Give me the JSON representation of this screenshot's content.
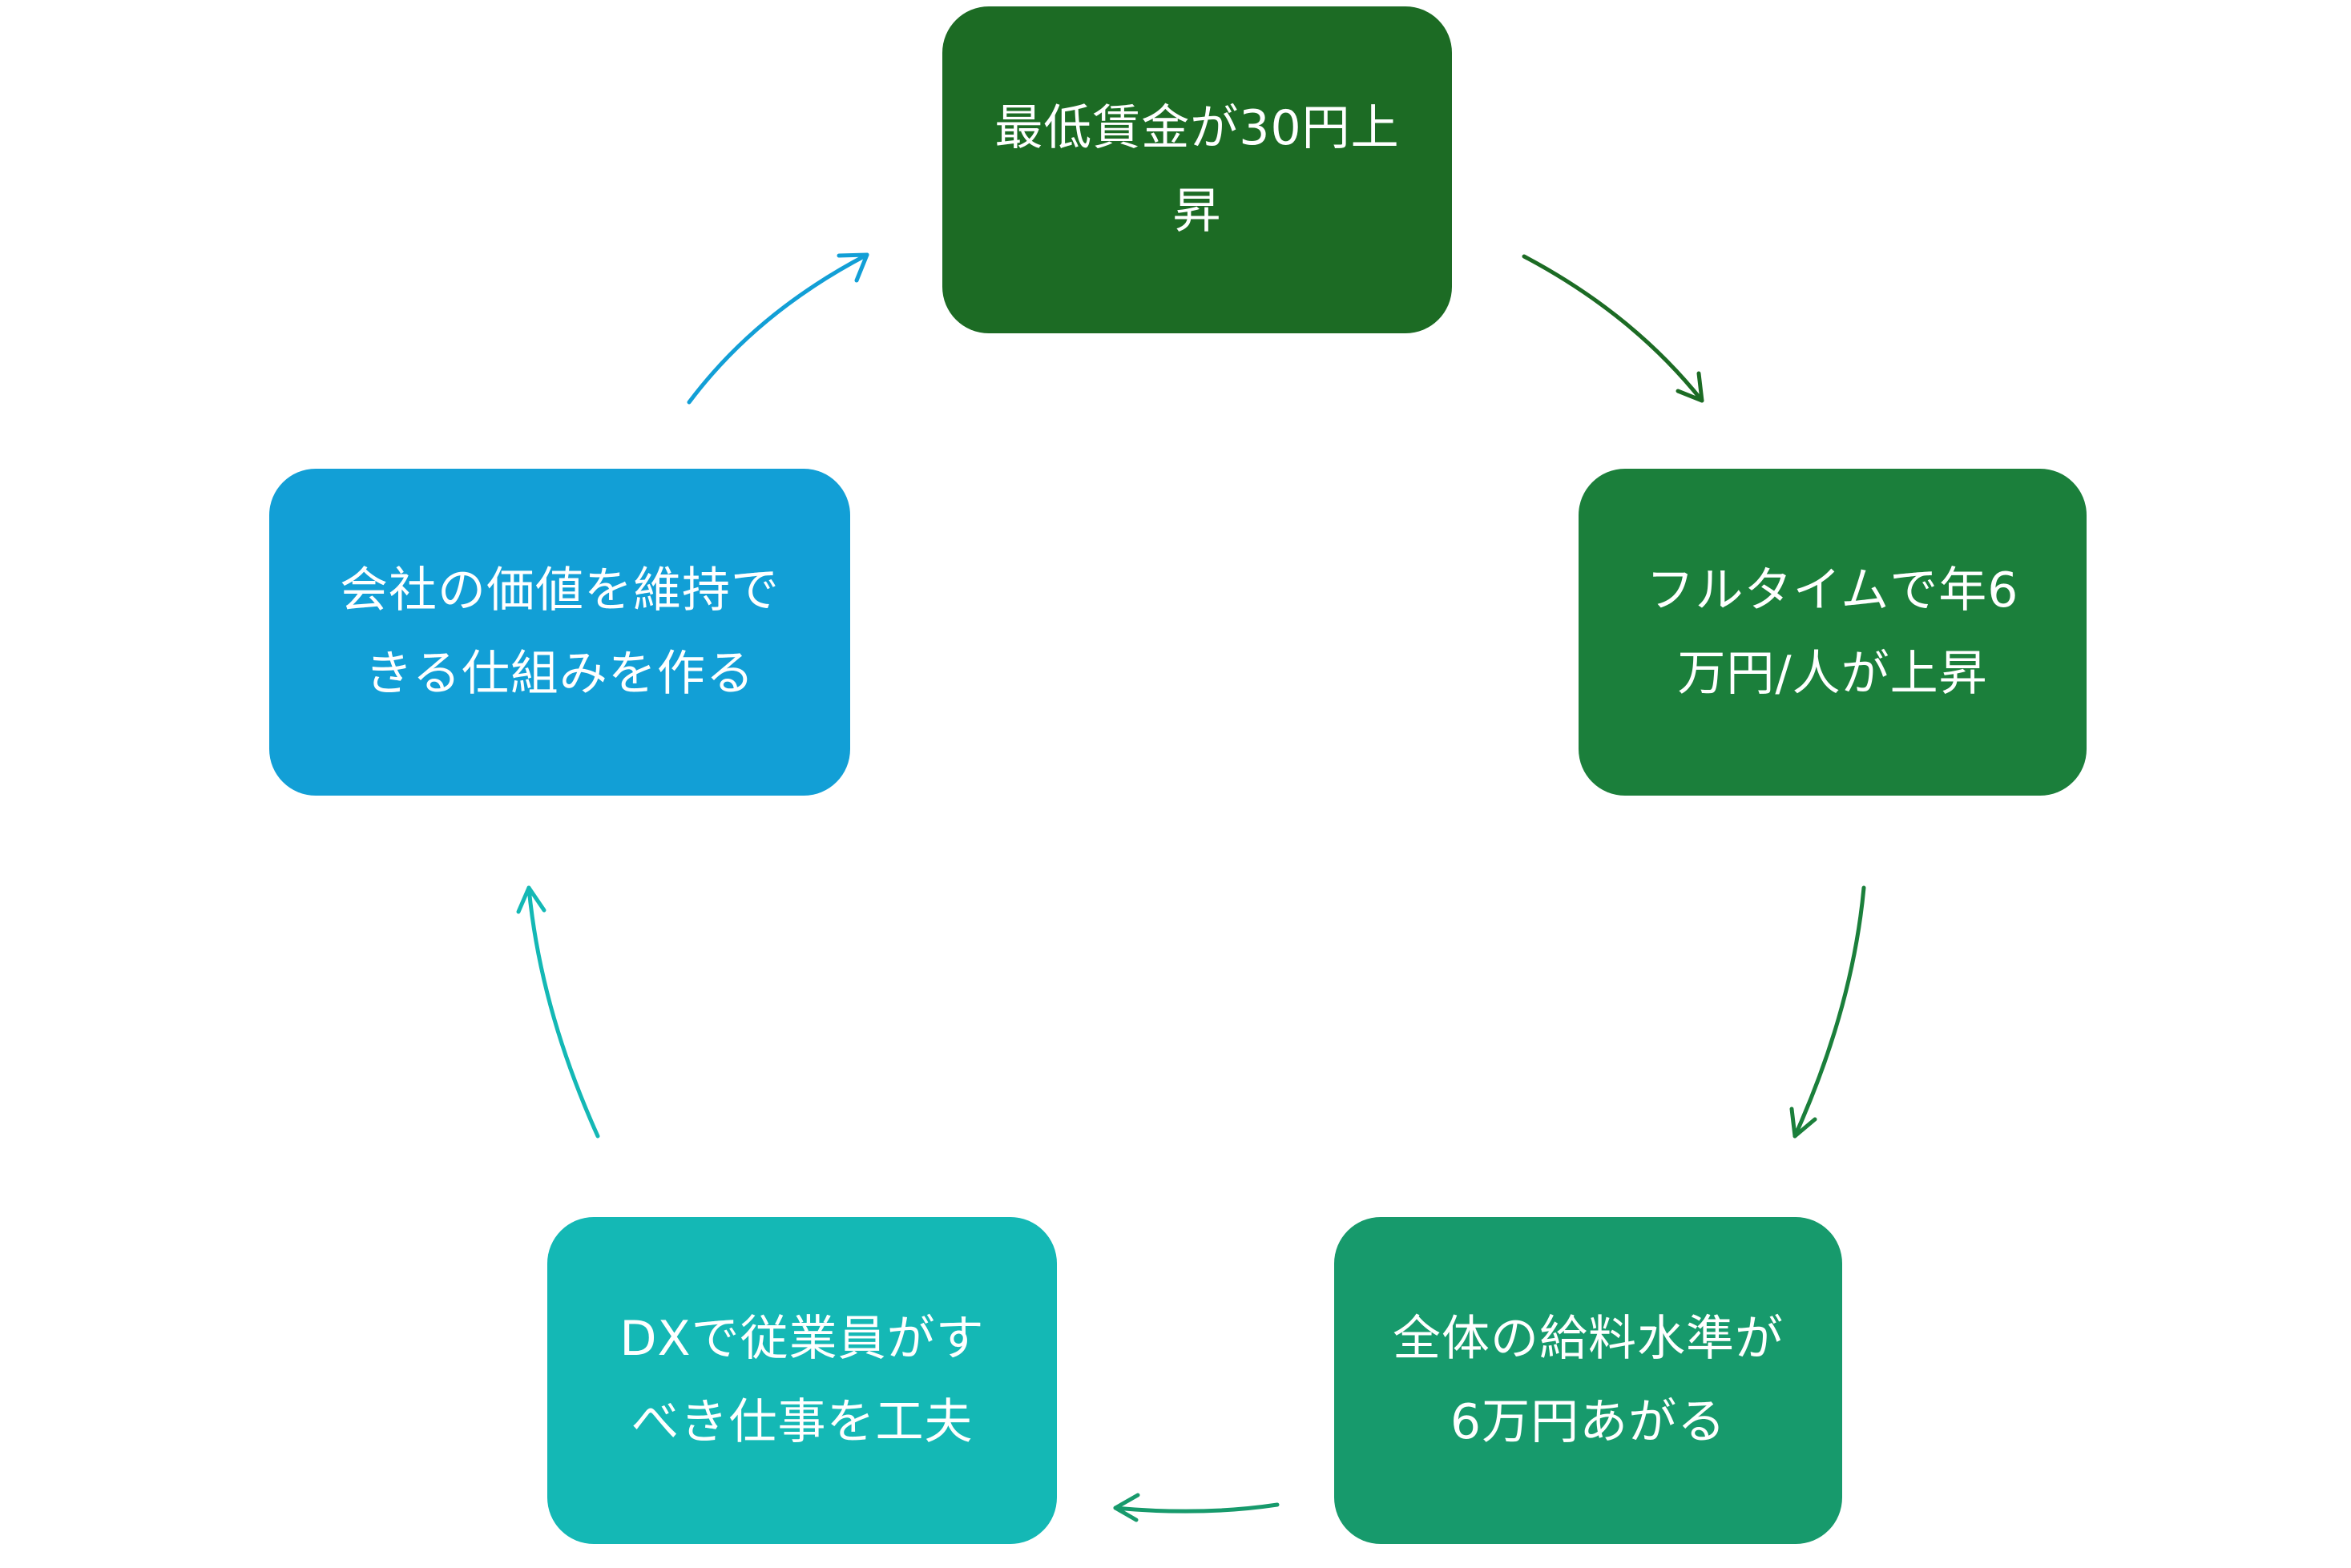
{
  "diagram": {
    "type": "cycle",
    "nodes": [
      {
        "id": "node-1",
        "label": "最低賃金が30円上昇",
        "display": "最低賃金が30円上\n昇",
        "color": "#1c6b24"
      },
      {
        "id": "node-2",
        "label": "フルタイムで年6万円/人が上昇",
        "display": "フルタイムで年6\n万円/人が上昇",
        "color": "#1b7f3b"
      },
      {
        "id": "node-3",
        "label": "全体の給料水準が6万円あがる",
        "display": "全体の給料水準が\n6万円あがる",
        "color": "#179a6c"
      },
      {
        "id": "node-4",
        "label": "DXで従業員がすべき仕事を工夫",
        "display": "DXで従業員がす\nべき仕事を工夫",
        "color": "#14b8b5"
      },
      {
        "id": "node-5",
        "label": "会社の価値を維持できる仕組みを作る",
        "display": "会社の価値を維持で\nきる仕組みを作る",
        "color": "#129fd6"
      }
    ],
    "edges": [
      {
        "from": "node-1",
        "to": "node-2",
        "color": "#1c6b24"
      },
      {
        "from": "node-2",
        "to": "node-3",
        "color": "#1b7f3b"
      },
      {
        "from": "node-3",
        "to": "node-4",
        "color": "#179a6c"
      },
      {
        "from": "node-4",
        "to": "node-5",
        "color": "#14b8b5"
      },
      {
        "from": "node-5",
        "to": "node-1",
        "color": "#129fd6"
      }
    ]
  }
}
